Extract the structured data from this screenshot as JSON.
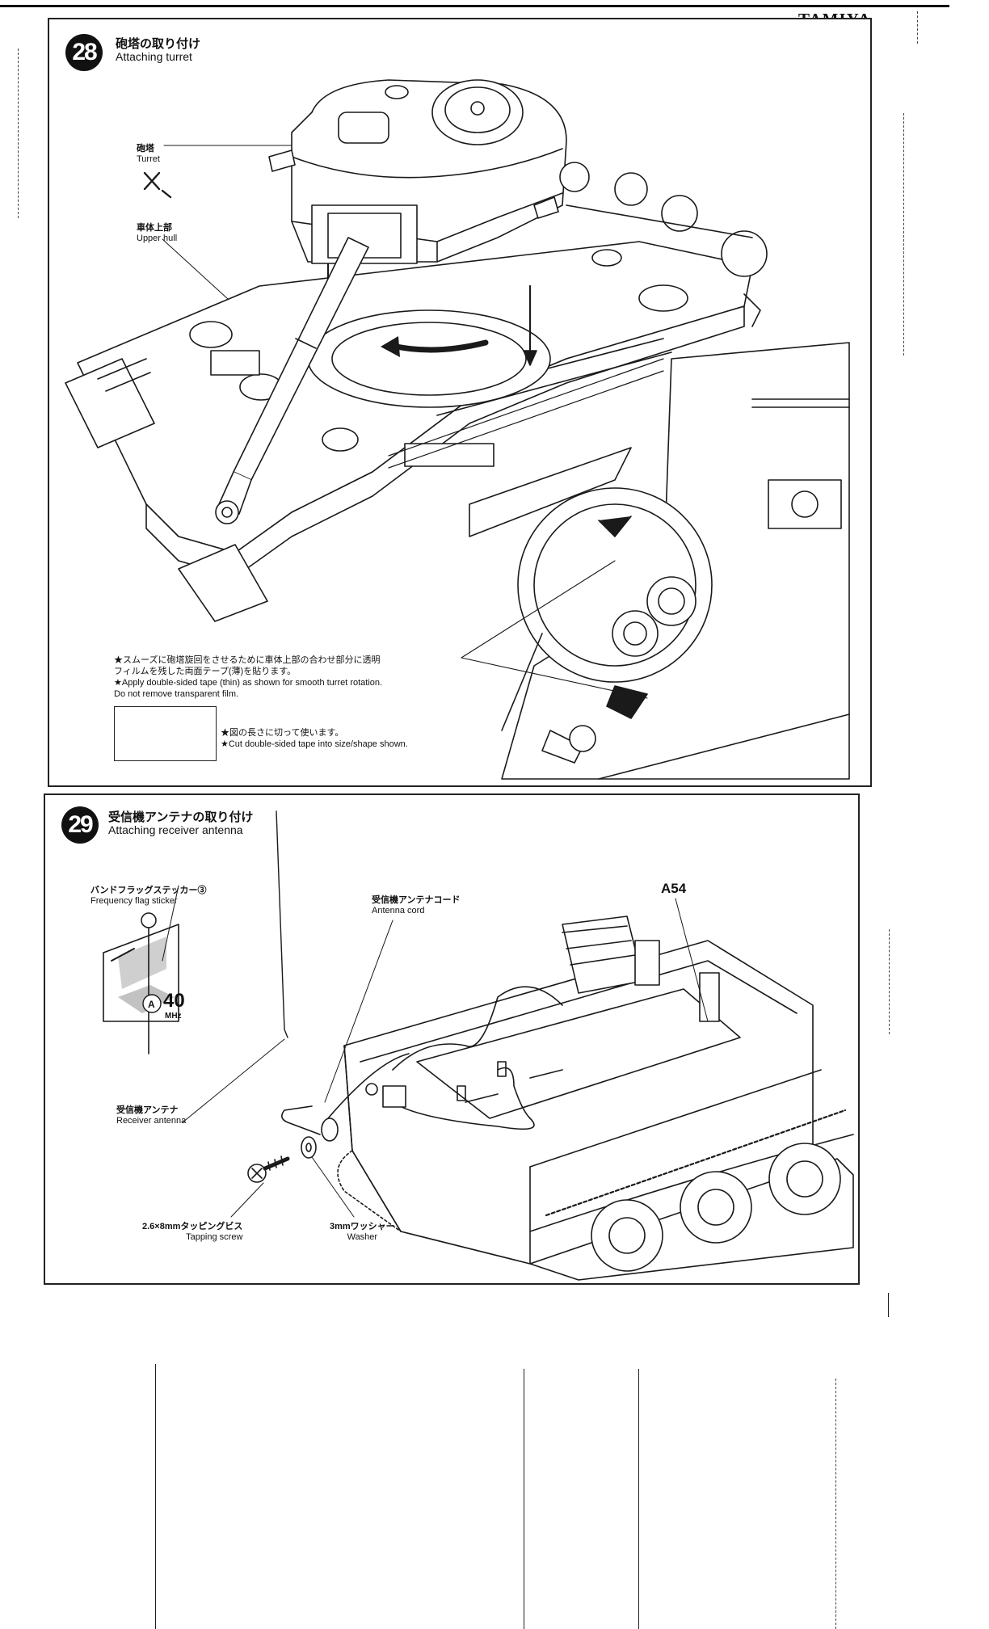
{
  "brand": "TAMIYA",
  "step28": {
    "number": "28",
    "title_jp": "砲塔の取り付け",
    "title_en": "Attaching turret",
    "labels": {
      "turret_jp": "砲塔",
      "turret_en": "Turret",
      "upper_hull_jp": "車体上部",
      "upper_hull_en": "Upper hull"
    },
    "note_jp_1": "★スムーズに砲塔旋回をさせるために車体上部の合わせ部分に透明",
    "note_jp_2": "フィルムを残した両面テープ(薄)を貼ります。",
    "note_en_1": "★Apply double-sided tape (thin) as shown for smooth turret rotation.",
    "note_en_2": "Do not remove transparent film.",
    "cut_jp": "★図の長さに切って使います。",
    "cut_en": "★Cut double-sided tape into size/shape shown."
  },
  "step29": {
    "number": "29",
    "title_jp": "受信機アンテナの取り付け",
    "title_en": "Attaching receiver antenna",
    "labels": {
      "flag_jp": "バンドフラッグステッカー③",
      "flag_en": "Frequency flag sticker",
      "flag_text": "A",
      "flag_number": "40",
      "flag_unit": "MHz",
      "cord_jp": "受信機アンテナコード",
      "cord_en": "Antenna cord",
      "part_code": "A54",
      "antenna_jp": "受信機アンテナ",
      "antenna_en": "Receiver antenna",
      "screw_jp": "2.6×8mmタッピングビス",
      "screw_en": "Tapping screw",
      "washer_jp": "3mmワッシャー",
      "washer_en": "Washer"
    }
  }
}
